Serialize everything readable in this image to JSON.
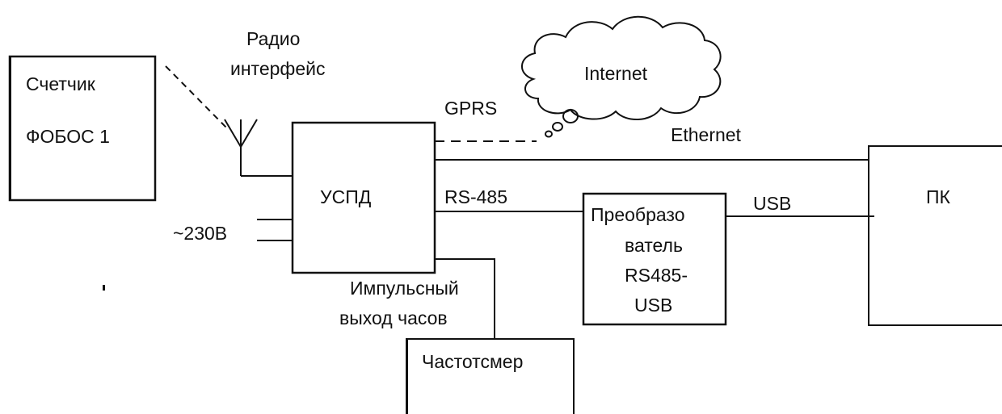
{
  "nodes": {
    "meter": {
      "line1": "Счетчик",
      "line2": "ФОБОС 1"
    },
    "uspd": {
      "label": "УСПД"
    },
    "pc": {
      "label": "ПК"
    },
    "converter": {
      "line1": "Преобразо",
      "line2": "ватель",
      "line3": "RS485-",
      "line4": "USB"
    },
    "frequency_meter": {
      "label": "Частотсмер"
    },
    "internet": {
      "label": "Internet"
    }
  },
  "labels": {
    "radio_line1": "Радио",
    "radio_line2": "интерфейс",
    "gprs": "GPRS",
    "ethernet": "Ethernet",
    "rs485": "RS-485",
    "usb": "USB",
    "power": "~230В",
    "pulse_line1": "Импульсный",
    "pulse_line2": "выход часов"
  }
}
